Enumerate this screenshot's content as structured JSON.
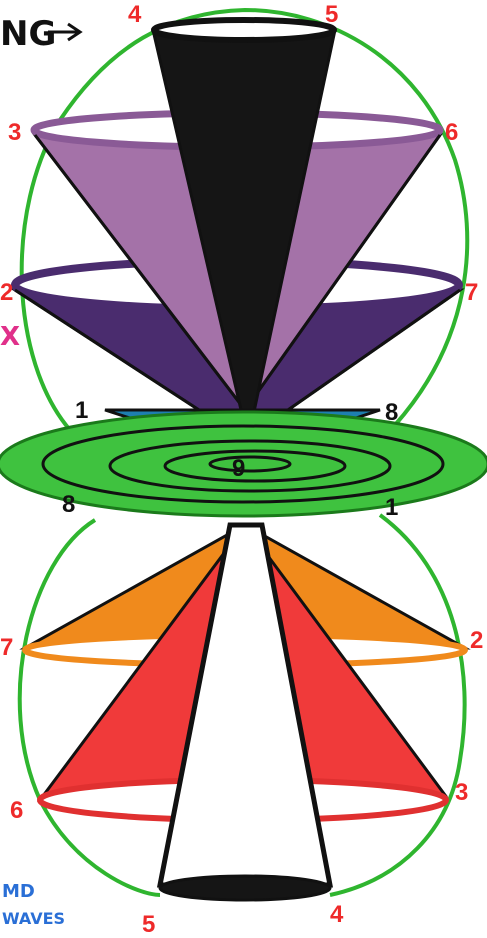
{
  "header_text": "NG",
  "side_text": "X",
  "footer_text": {
    "line1": "MD",
    "line2": "WAVES"
  },
  "upper_labels": {
    "top_left": "4",
    "top_right": "5",
    "upper_left": "3",
    "upper_right": "6",
    "mid_left": "2",
    "mid_right": "7",
    "disc_left": "1",
    "disc_right": "8",
    "center": "9"
  },
  "lower_labels": {
    "disc_left": "8",
    "disc_right": "1",
    "upper_left": "7",
    "upper_right": "2",
    "mid_left": "6",
    "mid_right": "3",
    "bottom_left": "5",
    "bottom_right": "4"
  },
  "colors": {
    "outline_green": "#2fb52f",
    "disc_green": "#3fc23f",
    "black_cone": "#151515",
    "purple_light": "#a472a8",
    "purple_dark": "#4a2c6e",
    "teal": "#1e7fb0",
    "orange": "#f08a1c",
    "red": "#f03a3a",
    "label_red": "#ee2a2a",
    "label_blue": "#2a6fd6",
    "label_magenta": "#e0308a"
  }
}
